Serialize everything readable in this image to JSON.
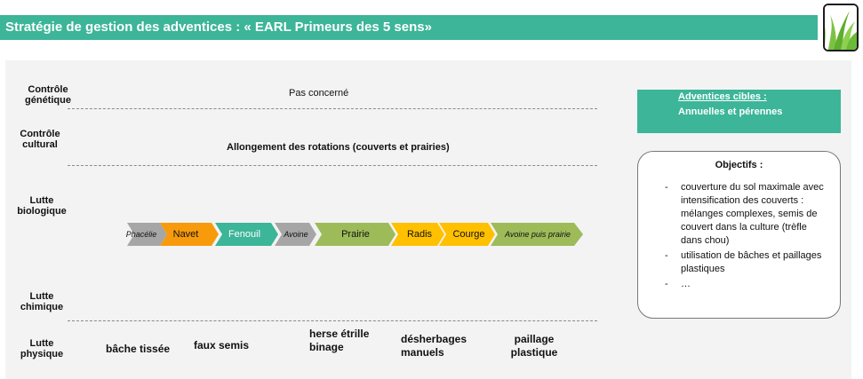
{
  "header": {
    "title": "Stratégie de gestion des adventices : « EARL Primeurs des 5 sens»"
  },
  "rows": {
    "genetique": {
      "label": "Contrôle génétique",
      "content": "Pas concerné"
    },
    "cultural": {
      "label": "Contrôle cultural",
      "content": "Allongement des rotations (couverts et prairies)"
    },
    "biologique": {
      "label": "Lutte biologique"
    },
    "chimique": {
      "label": "Lutte chimique"
    },
    "physique": {
      "label": "Lutte physique"
    }
  },
  "rotation": [
    {
      "label": "Phacélie",
      "color": "#a6a6a6"
    },
    {
      "label": "Navet",
      "color": "#f79b0c"
    },
    {
      "label": "Fenouil",
      "color": "#3cb598"
    },
    {
      "label": "Avoine",
      "color": "#a6a6a6"
    },
    {
      "label": "Prairie",
      "color": "#9dbb59"
    },
    {
      "label": "Radis",
      "color": "#ffc000"
    },
    {
      "label": "Courge",
      "color": "#ffc000"
    },
    {
      "label": "Avoine puis prairie",
      "color": "#9dbb59"
    }
  ],
  "physical_methods": [
    "bâche tissée",
    "faux semis",
    "herse étrille binage",
    "désherbages manuels",
    "paillage plastique"
  ],
  "targets": {
    "title": "Adventices cibles :",
    "value": "Annuelles et pérennes"
  },
  "objectives": {
    "title": "Objectifs :",
    "items": [
      "couverture du sol maximale avec intensification des couverts : mélanges complexes, semis de couvert dans la culture (trèfle dans chou)",
      "utilisation de bâches et paillages plastiques",
      "…"
    ]
  },
  "colors": {
    "accent": "#3cb598",
    "panel": "#f3f3f3"
  },
  "icons": {
    "logo": "grass-logo-icon"
  }
}
